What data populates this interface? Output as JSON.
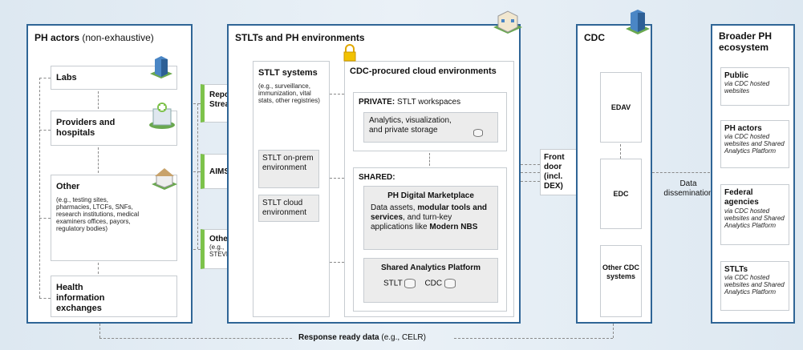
{
  "ph_actors": {
    "title": "PH actors",
    "title_suffix": "(non-exhaustive)",
    "labs": "Labs",
    "providers": "Providers and hospitals",
    "other": "Other",
    "other_detail": "(e.g., testing sites, pharmacies, LTCFs, SNFs, research institutions, medical examiners offices, payors, regulatory bodies)",
    "hie": "Health information exchanges"
  },
  "channels": {
    "report_stream": "Report Stream",
    "aims": "AIMS",
    "other": "Other",
    "other_detail": "(e.g., STEVE)"
  },
  "stlts": {
    "title": "STLTs and PH environments",
    "systems_title": "STLT systems",
    "systems_detail": "(e.g., surveillance, immunization, vital stats, other registries)",
    "onprem": "STLT on-prem environment",
    "cloud": "STLT cloud environment",
    "cdc_cloud_title": "CDC-procured cloud environments",
    "private_label": "PRIVATE:",
    "private_text": "STLT workspaces",
    "private_box": "Analytics, visualization, and private storage",
    "shared_label": "SHARED:",
    "marketplace_title": "PH Digital Marketplace",
    "mp_text_1": "Data assets,",
    "mp_text_bold_1": "modular tools and services",
    "mp_text_2": ", and turn-key applications like",
    "mp_text_bold_2": "Modern NBS",
    "sap_title": "Shared Analytics Platform",
    "sap_stlt": "STLT",
    "sap_cdc": "CDC"
  },
  "front_door": "Front door (incl. DEX)",
  "cdc": {
    "title": "CDC",
    "edav": "EDAV",
    "edc": "EDC",
    "other": "Other CDC systems"
  },
  "dissemination": "Data dissemination",
  "broader": {
    "title": "Broader PH ecosystem",
    "items": [
      {
        "title": "Public",
        "sub": "via CDC hosted websites"
      },
      {
        "title": "PH actors",
        "sub": "via CDC hosted websites and Shared Analytics Platform"
      },
      {
        "title": "Federal agencies",
        "sub": "via CDC hosted websites and Shared Analytics Platform"
      },
      {
        "title": "STLTs",
        "sub": "via CDC hosted websites and Shared Analytics Platform"
      }
    ]
  },
  "footer": {
    "bold": "Response ready data",
    "rest": "(e.g., CELR)"
  },
  "icons": [
    "building-icon",
    "hospital-icon",
    "house-icon",
    "lock-icon",
    "database-icon"
  ]
}
